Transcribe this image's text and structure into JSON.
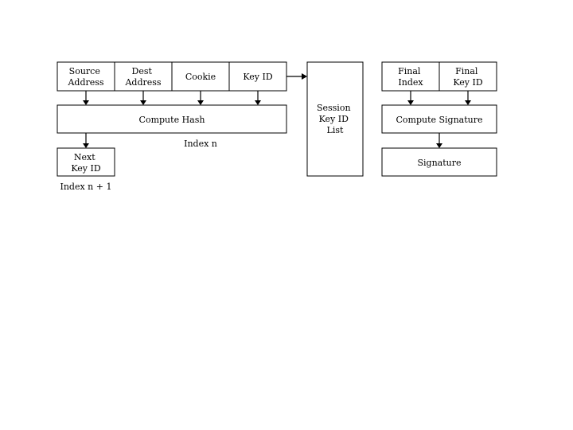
{
  "header_fields": {
    "source": [
      "Source",
      "Address"
    ],
    "dest": [
      "Dest",
      "Address"
    ],
    "cookie": [
      "Cookie"
    ],
    "key_id": [
      "Key ID"
    ]
  },
  "compute_hash": "Compute Hash",
  "index_n": "Index n",
  "next_key_id": [
    "Next",
    "Key ID"
  ],
  "index_n_plus_1": "Index n + 1",
  "session_list": [
    "Session",
    "Key ID",
    "List"
  ],
  "final_index": [
    "Final",
    "Index"
  ],
  "final_key_id": [
    "Final",
    "Key ID"
  ],
  "compute_signature": "Compute Signature",
  "signature": "Signature"
}
